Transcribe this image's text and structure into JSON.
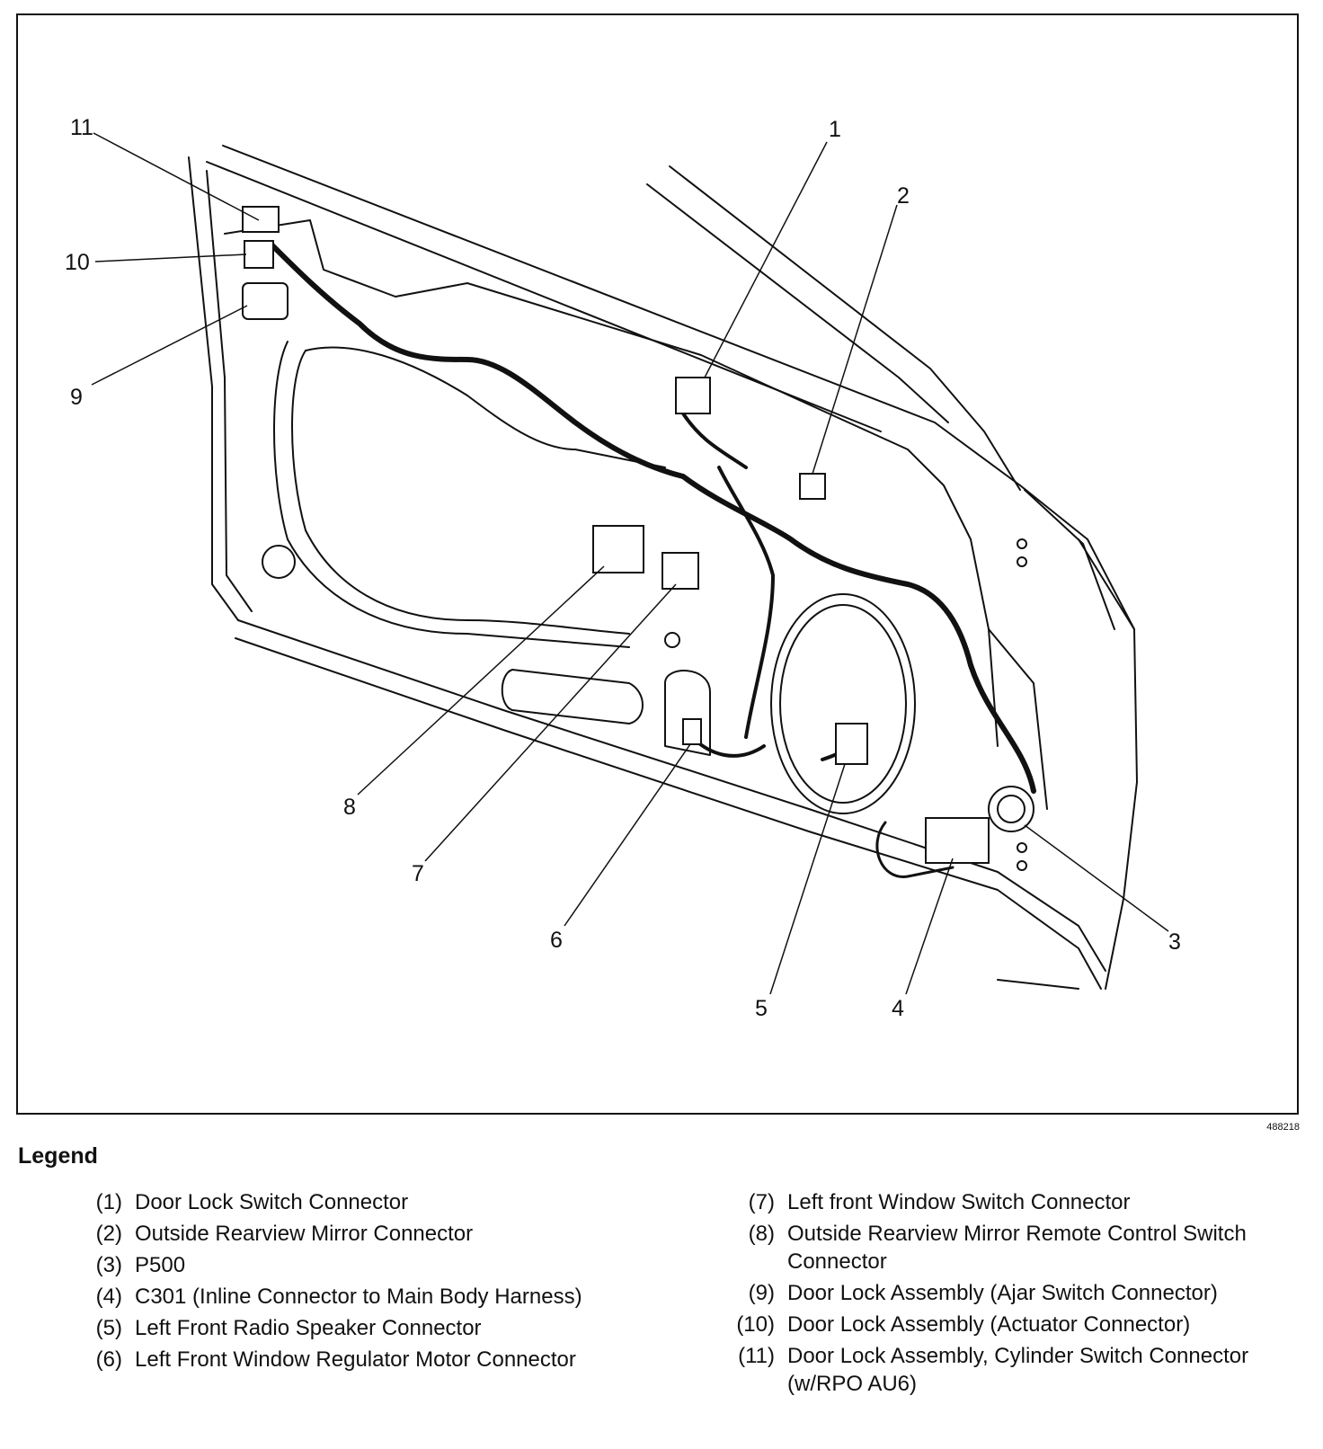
{
  "figure_id": "488218",
  "legend_title": "Legend",
  "callouts": [
    "1",
    "2",
    "3",
    "4",
    "5",
    "6",
    "7",
    "8",
    "9",
    "10",
    "11"
  ],
  "legend_left": [
    {
      "num": "(1)",
      "text": "Door Lock Switch Connector"
    },
    {
      "num": "(2)",
      "text": "Outside Rearview Mirror Connector"
    },
    {
      "num": "(3)",
      "text": "P500"
    },
    {
      "num": "(4)",
      "text": "C301 (Inline Connector to Main Body Harness)"
    },
    {
      "num": "(5)",
      "text": "Left Front Radio Speaker Connector"
    },
    {
      "num": "(6)",
      "text": "Left Front Window Regulator Motor Connector"
    }
  ],
  "legend_right": [
    {
      "num": "(7)",
      "text": "Left front Window Switch Connector"
    },
    {
      "num": "(8)",
      "text": "Outside Rearview Mirror Remote Control Switch Connector"
    },
    {
      "num": "(9)",
      "text": "Door Lock Assembly (Ajar Switch Connector)"
    },
    {
      "num": "(10)",
      "text": "Door Lock Assembly (Actuator Connector)"
    },
    {
      "num": "(11)",
      "text": "Door Lock Assembly, Cylinder Switch Connector (w/RPO AU6)"
    }
  ]
}
